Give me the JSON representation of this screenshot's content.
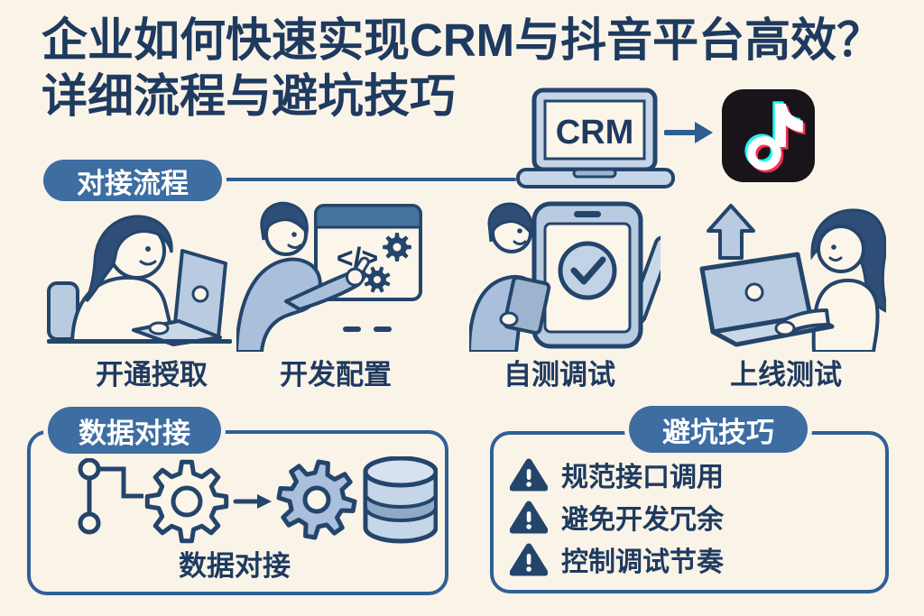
{
  "colors": {
    "background": "#faf3e8",
    "navy_text": "#1e3a5f",
    "outline_navy": "#24456b",
    "badge_blue": "#3d6da1",
    "connector_blue": "#2e5d8f",
    "card_border_blue": "#2f5f96",
    "light_blue_fill": "#b9cbe0",
    "steel_blue_fill": "#a9bfdc",
    "pale_fill": "#fbf5ea",
    "douyin_black": "#18141a",
    "douyin_cyan": "#25f4ee",
    "douyin_red": "#fe2c55"
  },
  "header": {
    "title_line1": "企业如何快速实现CRM与抖音平台高效？",
    "title_line2": "详细流程与避坑技巧",
    "crm_label": "CRM"
  },
  "process": {
    "badge": "对接流程",
    "steps": [
      {
        "label": "开通授取",
        "illustration": "woman-typing-on-laptop"
      },
      {
        "label": "开发配置",
        "illustration": "man-pointing-at-code-window"
      },
      {
        "label": "自测调试",
        "illustration": "phone-with-check-and-pen"
      },
      {
        "label": "上线测试",
        "illustration": "woman-holding-laptop-upload-arrow"
      }
    ],
    "code_window_symbol": "</>"
  },
  "data_card": {
    "badge": "数据对接",
    "caption": "数据对接"
  },
  "tips_card": {
    "badge": "避坑技巧",
    "items": [
      "规范接口调用",
      "避免开发冗余",
      "控制调试节奏"
    ]
  }
}
